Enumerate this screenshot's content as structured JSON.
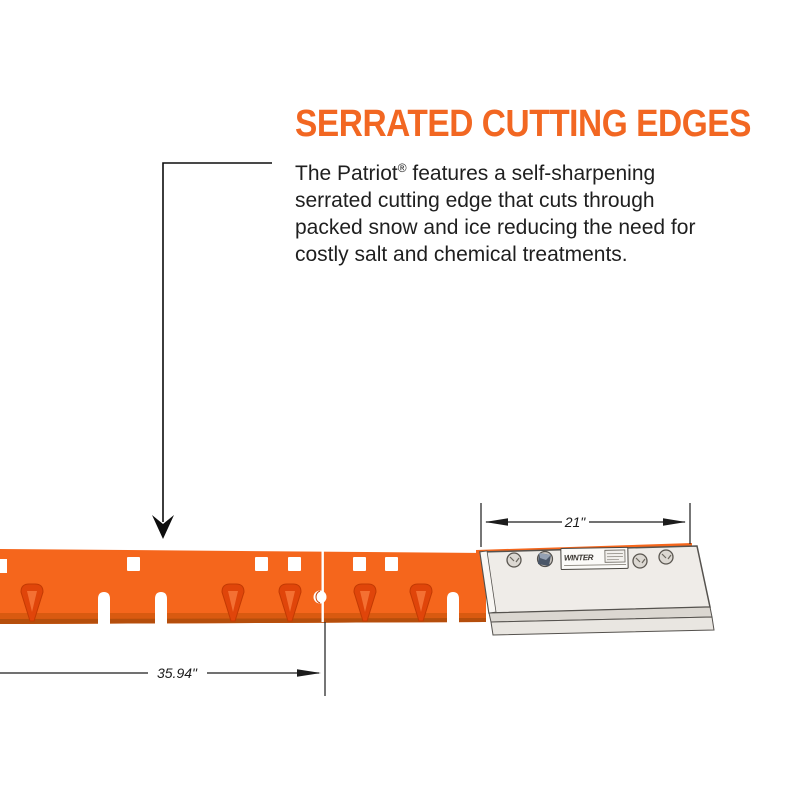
{
  "feature": {
    "heading": "SERRATED CUTTING EDGES",
    "description": {
      "before_reg": "The Patriot",
      "reg": "®",
      "after_reg": " features a self-sharpening serrated cutting edge that cuts through packed snow and ice reducing the need for costly salt and chemical treatments."
    }
  },
  "dimensions": {
    "plate_width_label": "21\"",
    "blade_section_label": "35.94\""
  },
  "plate": {
    "brand_label_text": "WINTER"
  },
  "colors": {
    "accent_orange": "#F26722",
    "blade_orange": "#F5661C",
    "blade_serration_shadow": "#E0450A",
    "blade_bevel": "#C8580F",
    "plate_gray": "#EFECE8",
    "plate_band_gray": "#DBD7D1",
    "outline_gray": "#55524E",
    "dimension_line": "#1c1c1c"
  }
}
